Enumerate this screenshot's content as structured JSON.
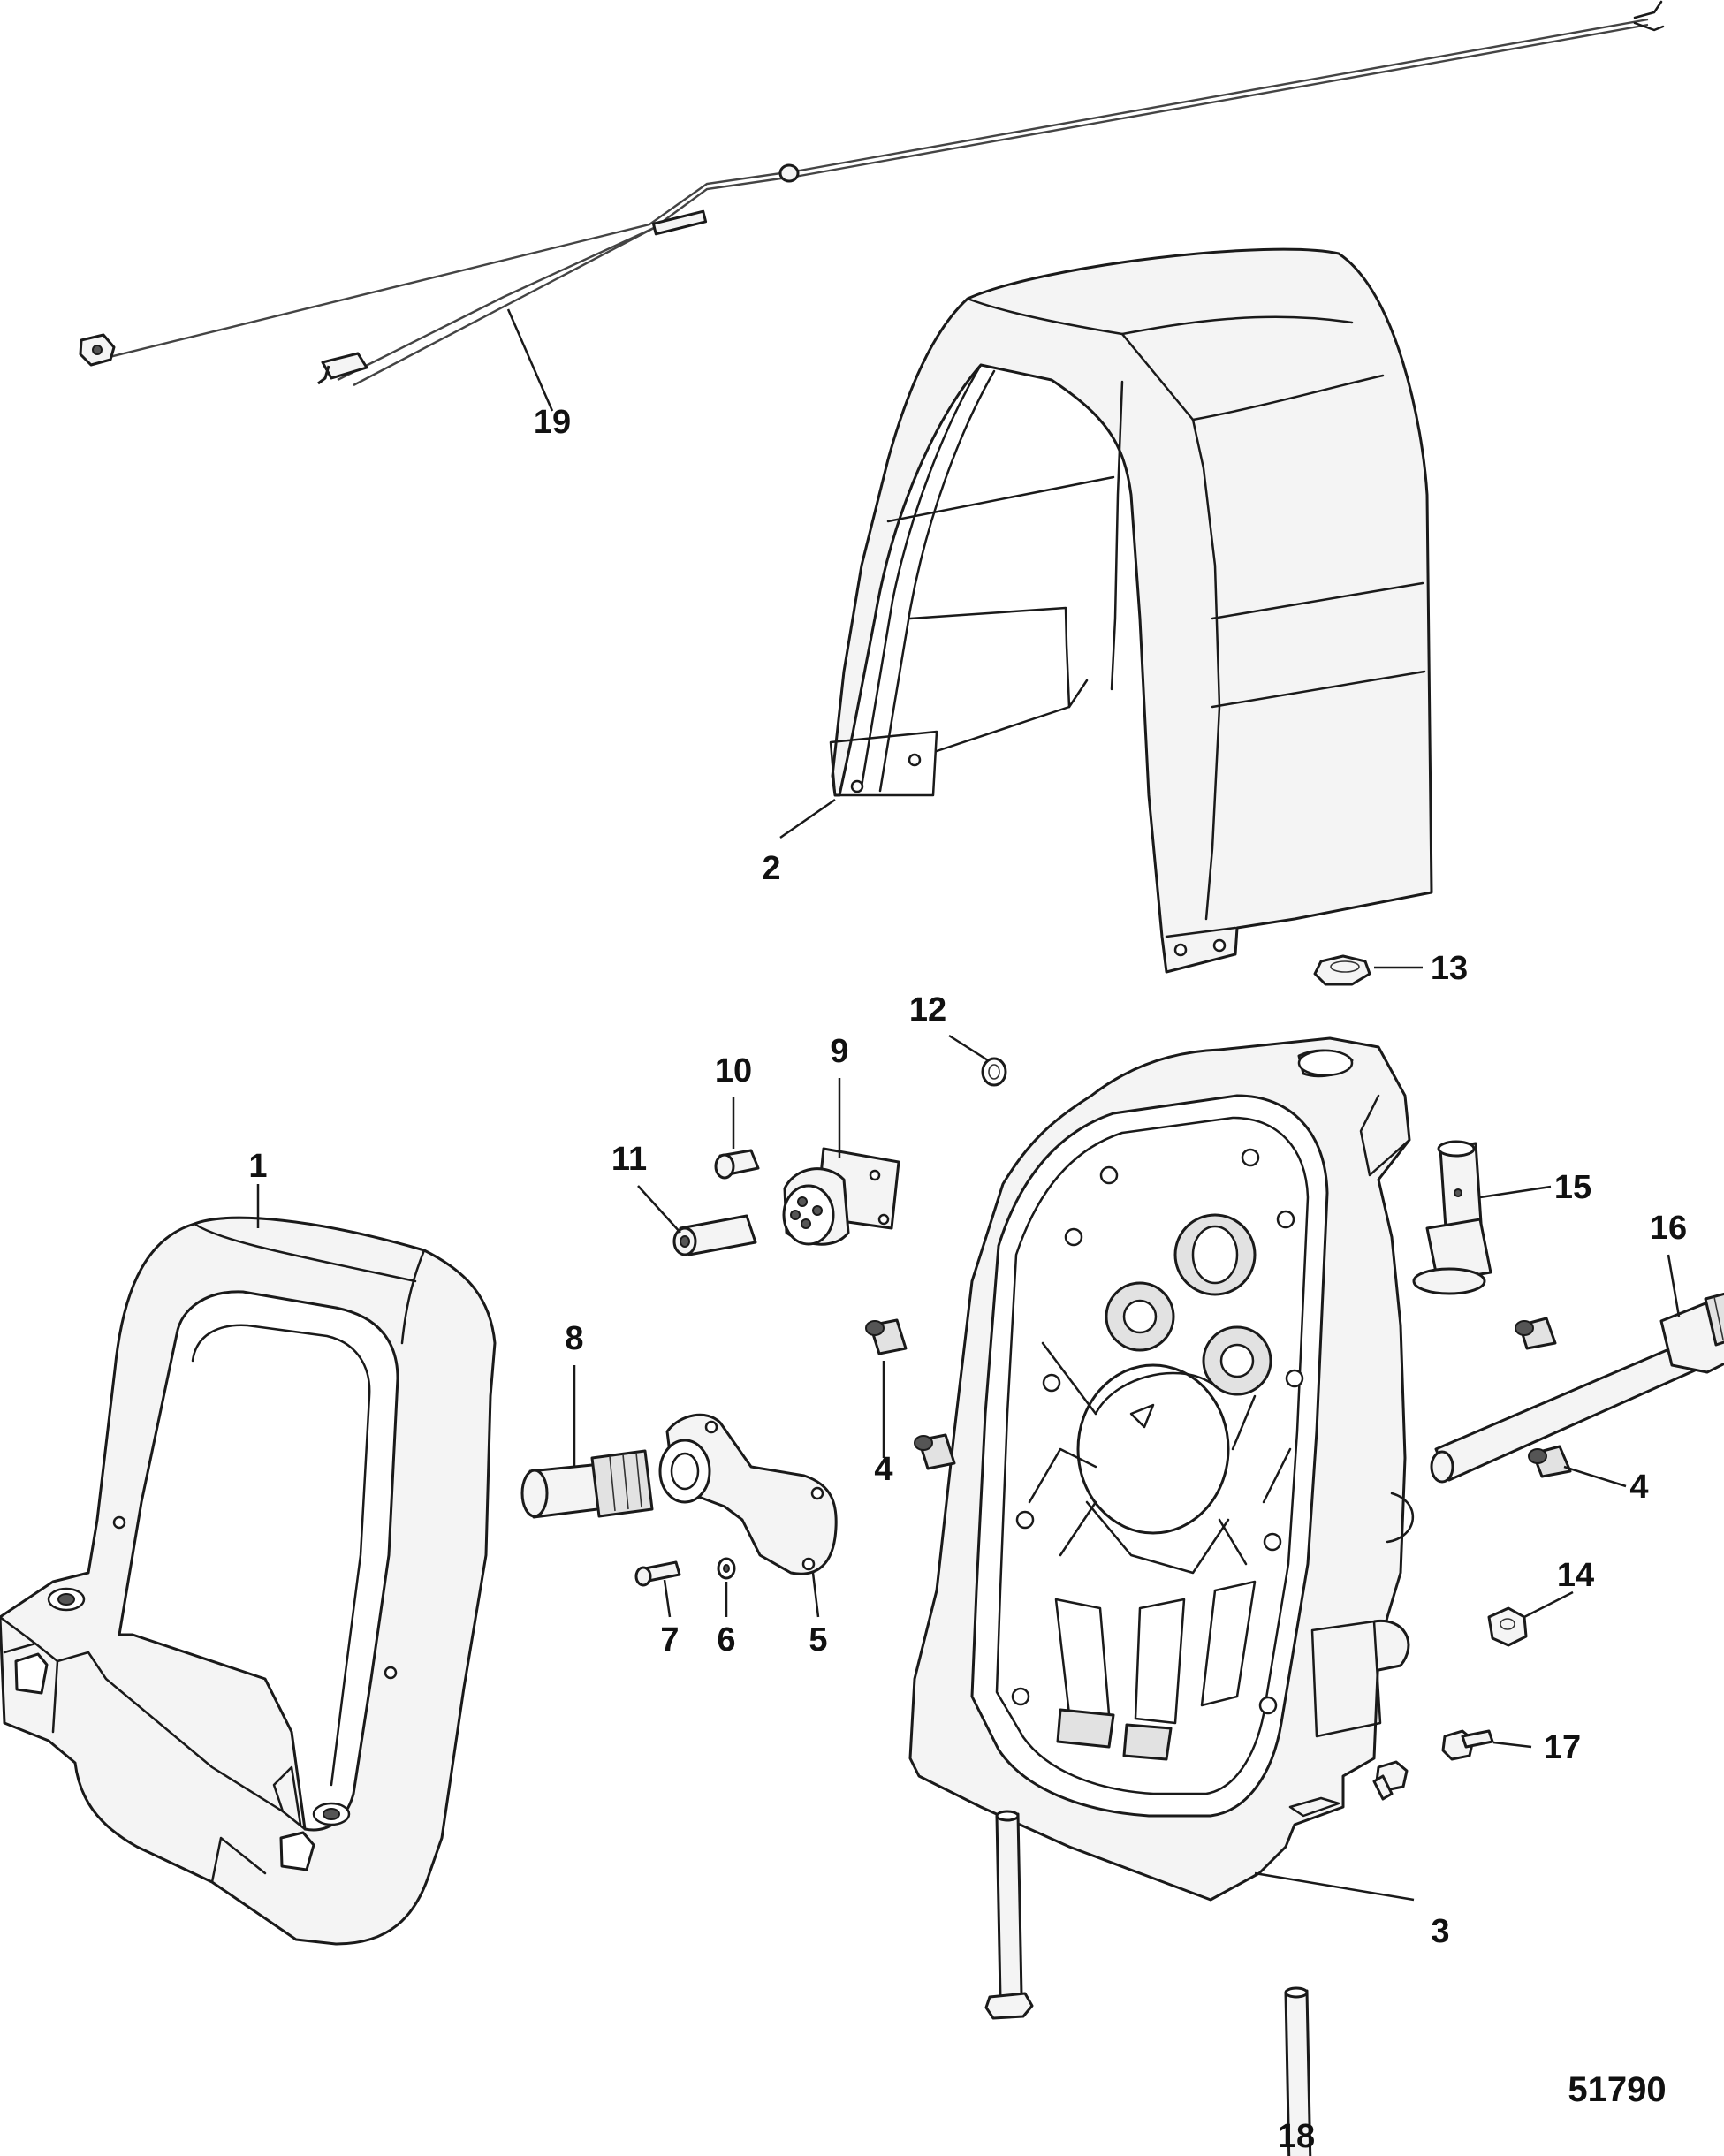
{
  "diagram_id": "51790",
  "callouts": [
    {
      "id": "1",
      "label": "1"
    },
    {
      "id": "2",
      "label": "2"
    },
    {
      "id": "3",
      "label": "3"
    },
    {
      "id": "4a",
      "label": "4"
    },
    {
      "id": "4b",
      "label": "4"
    },
    {
      "id": "5",
      "label": "5"
    },
    {
      "id": "6",
      "label": "6"
    },
    {
      "id": "7",
      "label": "7"
    },
    {
      "id": "8",
      "label": "8"
    },
    {
      "id": "9",
      "label": "9"
    },
    {
      "id": "10",
      "label": "10"
    },
    {
      "id": "11",
      "label": "11"
    },
    {
      "id": "12",
      "label": "12"
    },
    {
      "id": "13",
      "label": "13"
    },
    {
      "id": "14",
      "label": "14"
    },
    {
      "id": "15",
      "label": "15"
    },
    {
      "id": "16",
      "label": "16"
    },
    {
      "id": "17",
      "label": "17"
    },
    {
      "id": "18",
      "label": "18"
    },
    {
      "id": "19",
      "label": "19"
    }
  ]
}
